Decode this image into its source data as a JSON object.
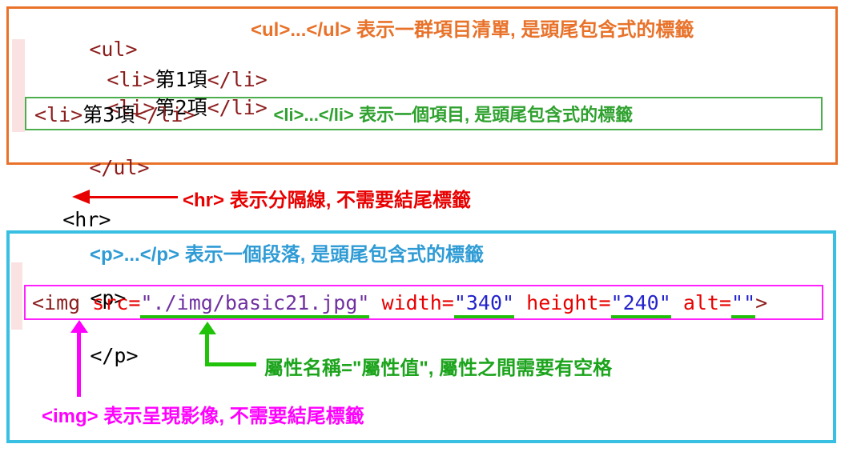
{
  "colors": {
    "orange": "#E8722A",
    "green_box_border": "#4CAE4C",
    "green_li_text": "#2EA12E",
    "green_bright": "#21C20A",
    "red": "#E80000",
    "cyan_border": "#38BFE2",
    "blue_text": "#2E9BD5",
    "magenta": "#FF00FF",
    "code_tag": "#8C1D1D",
    "code_attr": "#E80000",
    "code_string_url": "#7030A0",
    "code_string_num": "#2323CC"
  },
  "ul_section": {
    "open_tag": "<ul>",
    "close_tag": "</ul>",
    "annotation": "<ul>...</ul> 表示一群項目清單, 是頭尾包含式的標籤",
    "items": [
      {
        "open": "<li>",
        "text": "第1項",
        "close": "</li>"
      },
      {
        "open": "<li>",
        "text": "第2項",
        "close": "</li>"
      },
      {
        "open": "<li>",
        "text": "第3項",
        "close": "</li>"
      }
    ],
    "li_annotation": "<li>...</li> 表示一個項目, 是頭尾包含式的標籤"
  },
  "hr_section": {
    "code": "<hr>",
    "annotation": "<hr> 表示分隔線, 不需要結尾標籤"
  },
  "p_section": {
    "annotation": "<p>...</p> 表示一個段落, 是頭尾包含式的標籤",
    "open_tag": "<p>",
    "close_tag": "</p>",
    "img": {
      "tag_open": "<img ",
      "attr_src": "src=",
      "val_src": "\"./img/basic21.jpg\"",
      "attr_width": " width=",
      "val_width": "\"340\"",
      "attr_height": " height=",
      "val_height": "\"240\"",
      "attr_alt": " alt=",
      "val_alt": "\"\"",
      "tag_close": ">"
    },
    "attr_annotation": "屬性名稱=\"屬性值\", 屬性之間需要有空格",
    "img_annotation": "<img> 表示呈現影像, 不需要結尾標籤"
  }
}
